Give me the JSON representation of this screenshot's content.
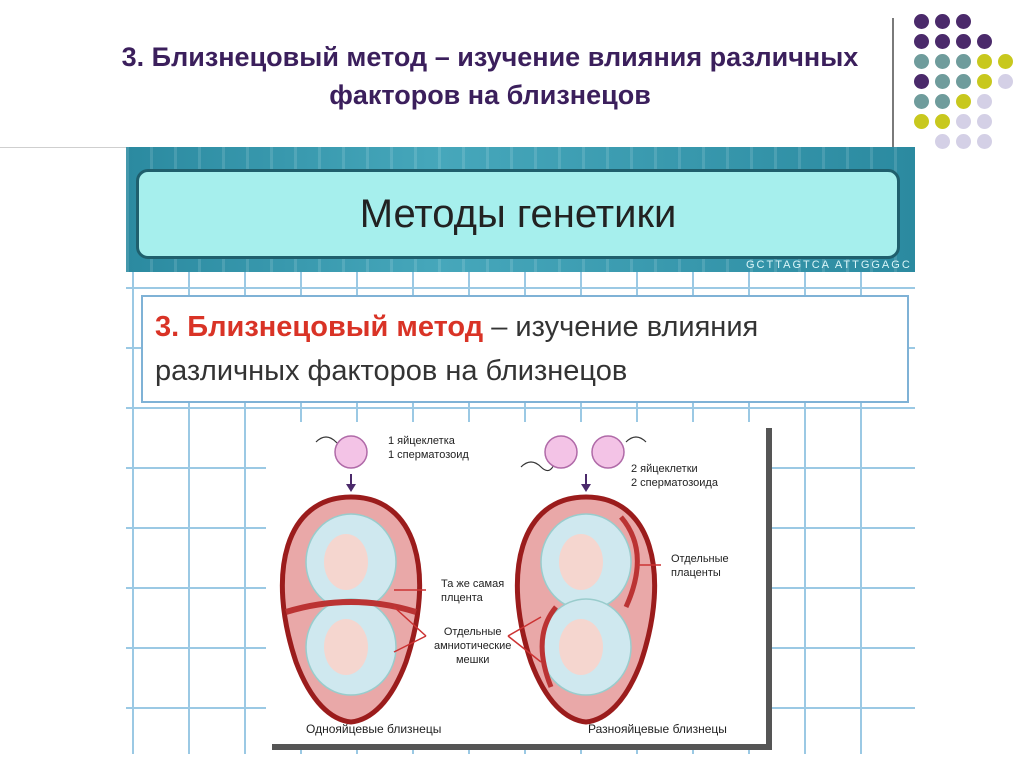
{
  "title": {
    "line1": "3. Близнецовый метод – изучение влияния различных",
    "line2": "факторов на близнецов"
  },
  "banner": {
    "text": "Методы генетики",
    "dna_text": "GCTTAGTCA  ATTGGAGC"
  },
  "method": {
    "lead": "3. Близнецовый метод",
    "rest": " – изучение влияния различных факторов на близнецов"
  },
  "figure": {
    "left_top": [
      "1 яйцеклетка",
      "1 сперматозоид"
    ],
    "right_top": [
      "2 яйцеклетки",
      "2 сперматозоида"
    ],
    "same_placenta": [
      "Та же самая",
      "плцента"
    ],
    "separate_placentas": [
      "Отдельные",
      "плаценты"
    ],
    "amniotic": [
      "Отдельные",
      "амниотические",
      "мешки"
    ],
    "caption_left": "Однояйцевые близнецы",
    "caption_right": "Разнояйцевые близнецы"
  },
  "colors": {
    "title": "#3b1f5c",
    "dot_purple": "#4b2a6b",
    "dot_teal": "#6f9c9c",
    "dot_olive": "#c8c81e",
    "dot_lavender": "#d4d0e6",
    "accent_red": "#d93326"
  }
}
